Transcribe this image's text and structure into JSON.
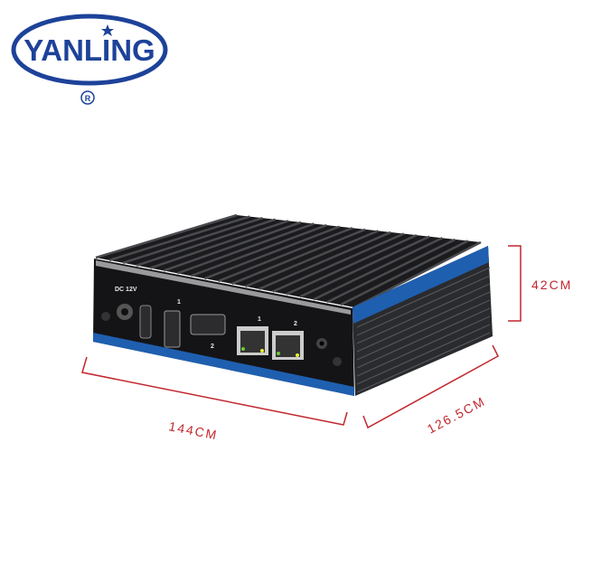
{
  "logo": {
    "brand": "YANLING",
    "registered_mark": "®",
    "color": "#1d4299"
  },
  "product": {
    "ports": {
      "power": "DC 12V",
      "dp1": "1",
      "dp2": "2",
      "lan1": "1",
      "lan2": "2"
    },
    "accent_color": "#1f5fb0"
  },
  "dimensions": {
    "height": "42CM",
    "width": "144CM",
    "depth": "126.5CM",
    "line_color": "#c1272d"
  }
}
